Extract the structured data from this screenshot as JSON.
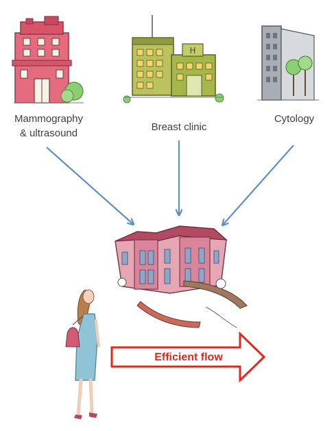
{
  "sources": [
    {
      "label_lines": [
        "Mammography",
        "& ultrasound"
      ]
    },
    {
      "label_lines": [
        "Breast clinic"
      ]
    },
    {
      "label_lines": [
        "Cytology"
      ]
    }
  ],
  "flow_arrow": {
    "label": "Efficient flow"
  },
  "colors": {
    "arrow_blue": "#5b8fc7",
    "flow_red": "#e3261c",
    "building_pink": "#e46a7d",
    "building_olive": "#b9c25c",
    "building_grey": "#a9aeb4",
    "dress_blue": "#8fc3d6"
  },
  "icons": [
    "hospital-building-icon",
    "clinic-building-icon",
    "tower-building-icon",
    "central-hospital-icon",
    "woman-figure-icon",
    "tree-icon"
  ]
}
